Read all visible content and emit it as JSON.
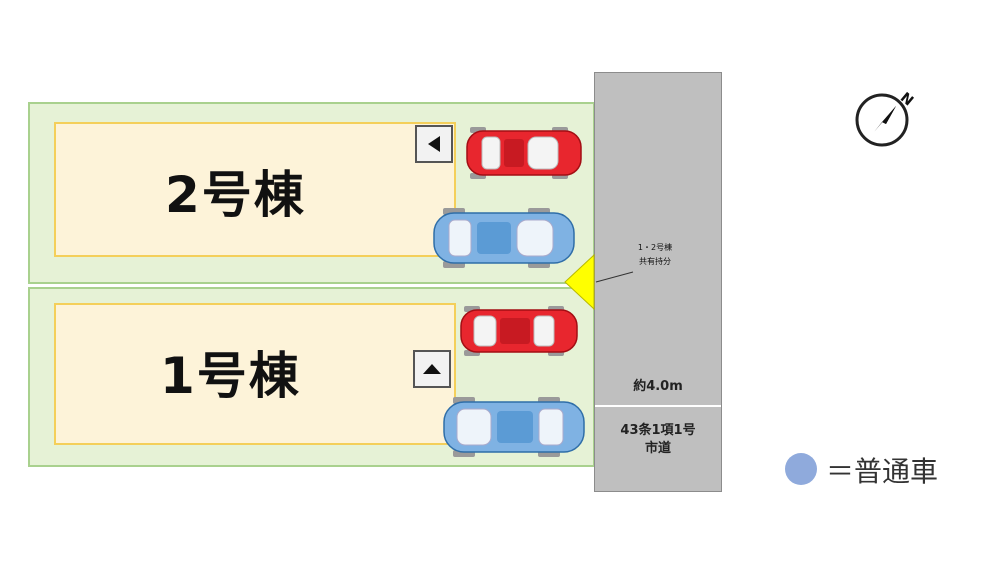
{
  "buildings": [
    {
      "label": "2号棟"
    },
    {
      "label": "1号棟"
    }
  ],
  "road": {
    "width_label": "約4.0m",
    "type_line1": "43条1項1号",
    "type_line2": "市道"
  },
  "shared_note": {
    "line1": "1・2号棟",
    "line2": "共有持分"
  },
  "legend": {
    "text": "＝普通車",
    "marker_color": "#8faadc"
  },
  "colors": {
    "lot_fill": "#e6f2d6",
    "building_fill": "#fdf3d9",
    "road_fill": "#bfbfbf",
    "red_car": "#e8262e",
    "blue_car": "#5b9bd5",
    "shared_marker": "#ffff00"
  },
  "icons": {
    "compass": "north-arrow-icon",
    "entrance_2": "triangle-left-icon",
    "entrance_1": "triangle-up-icon"
  }
}
